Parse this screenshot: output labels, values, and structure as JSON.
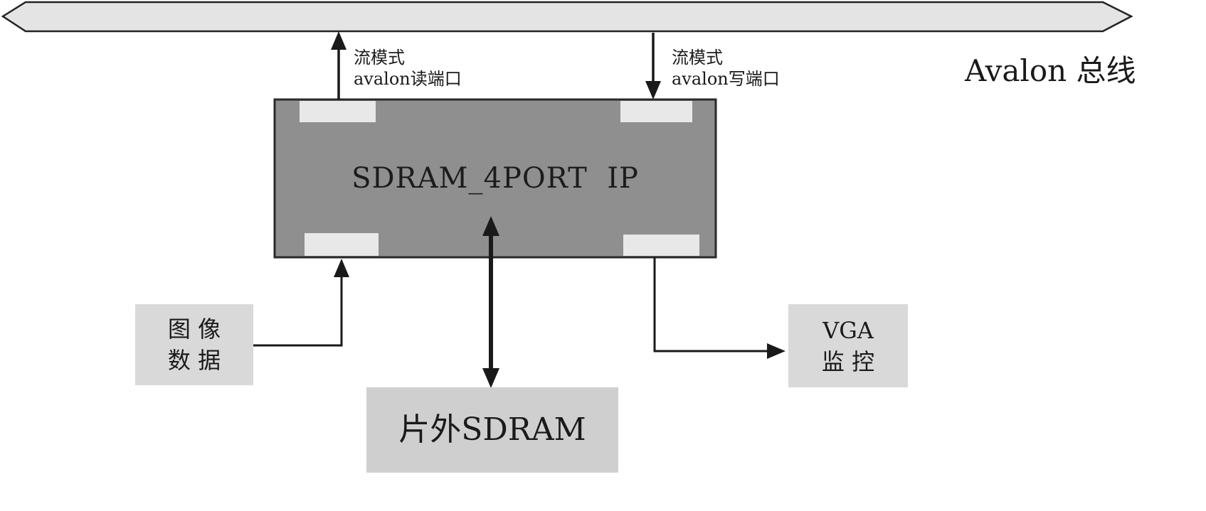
{
  "diagram": {
    "bus": {
      "label": "Avalon 总线"
    },
    "ip_block": {
      "label": "SDRAM_4PORT  IP"
    },
    "ports": {
      "read": {
        "line1": "流模式",
        "line2": "avalon读端口"
      },
      "write": {
        "line1": "流模式",
        "line2": "avalon写端口"
      }
    },
    "nodes": {
      "image_data": {
        "line1": "图 像",
        "line2": "数 据"
      },
      "vga": {
        "line1": "VGA",
        "line2": "监 控"
      },
      "external_sdram": {
        "label": "片外SDRAM"
      }
    },
    "colors": {
      "bus_fill": "#e4e4e4",
      "block_fill": "#8f8f8f",
      "tab_fill": "#e8e8e8",
      "node_fill": "#d9d9d9",
      "sdram_fill": "#cfcfcf",
      "line": "#1a1a1a"
    }
  }
}
